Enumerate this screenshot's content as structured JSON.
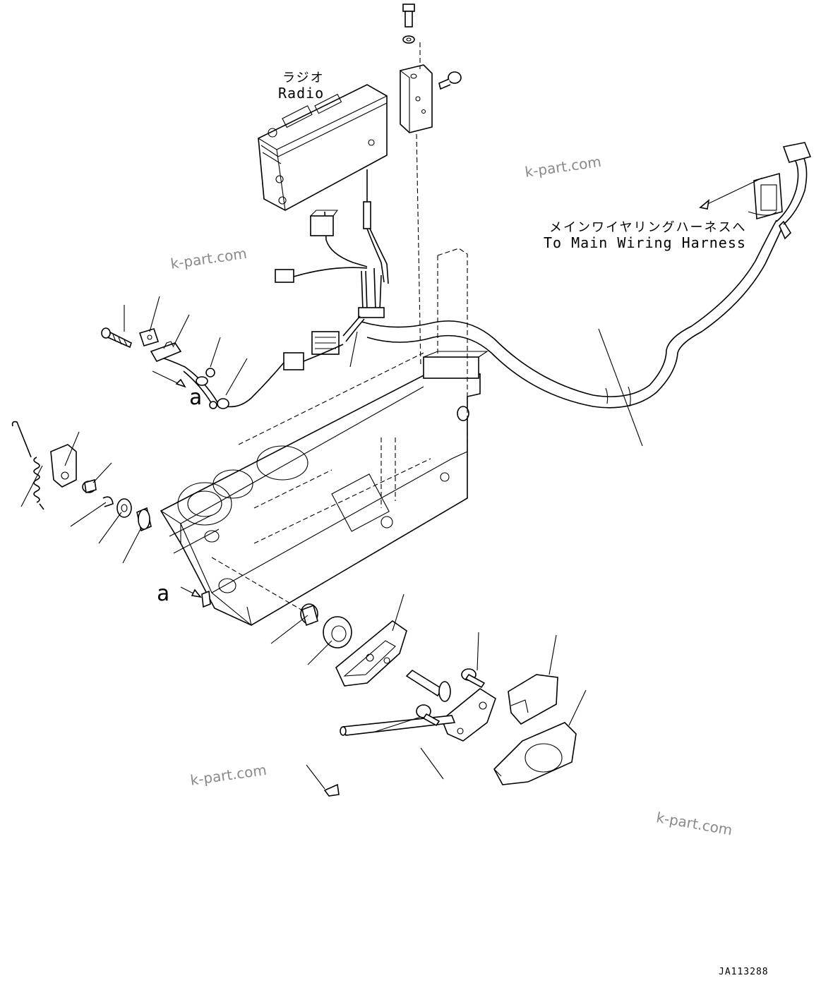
{
  "labels": {
    "radio_ja": "ラジオ",
    "radio_en": "Radio",
    "harness_ja": "メインワイヤリングハーネスへ",
    "harness_en": "To Main Wiring Harness"
  },
  "markers": {
    "upper": "a",
    "lower": "a"
  },
  "watermarks": [
    "k-part.com",
    "k-part.com",
    "k-part.com",
    "k-part.com"
  ],
  "document_number": "JA113288"
}
